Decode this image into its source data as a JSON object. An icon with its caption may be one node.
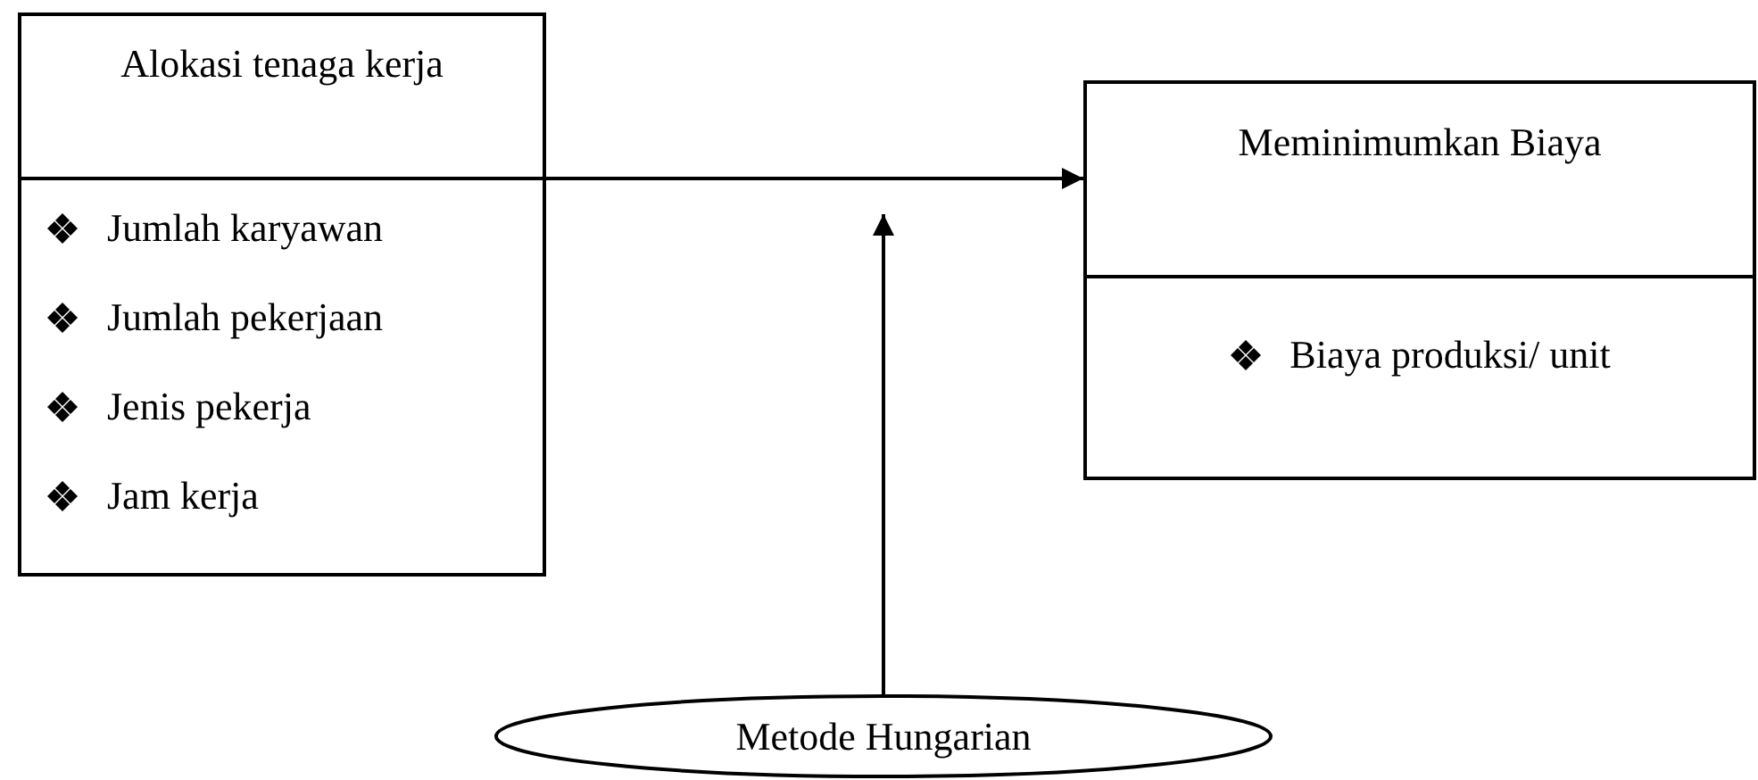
{
  "diagram": {
    "nodes": [
      {
        "text": [
          "Alokasi tenaga kerja",
          "Jumlah karyawan",
          "Jumlah pekerjaan",
          "Jenis pekerja",
          "Jam kerja"
        ]
      },
      {
        "text": [
          "Meminimumkan Biaya",
          "Biaya produksi/ unit"
        ]
      },
      {
        "text": [
          "Metode Hungarian"
        ]
      }
    ],
    "edges": [
      {
        "from": 0,
        "to": 1,
        "arrow": "to"
      },
      {
        "from": 2,
        "to": null,
        "arrow": "to"
      }
    ]
  }
}
